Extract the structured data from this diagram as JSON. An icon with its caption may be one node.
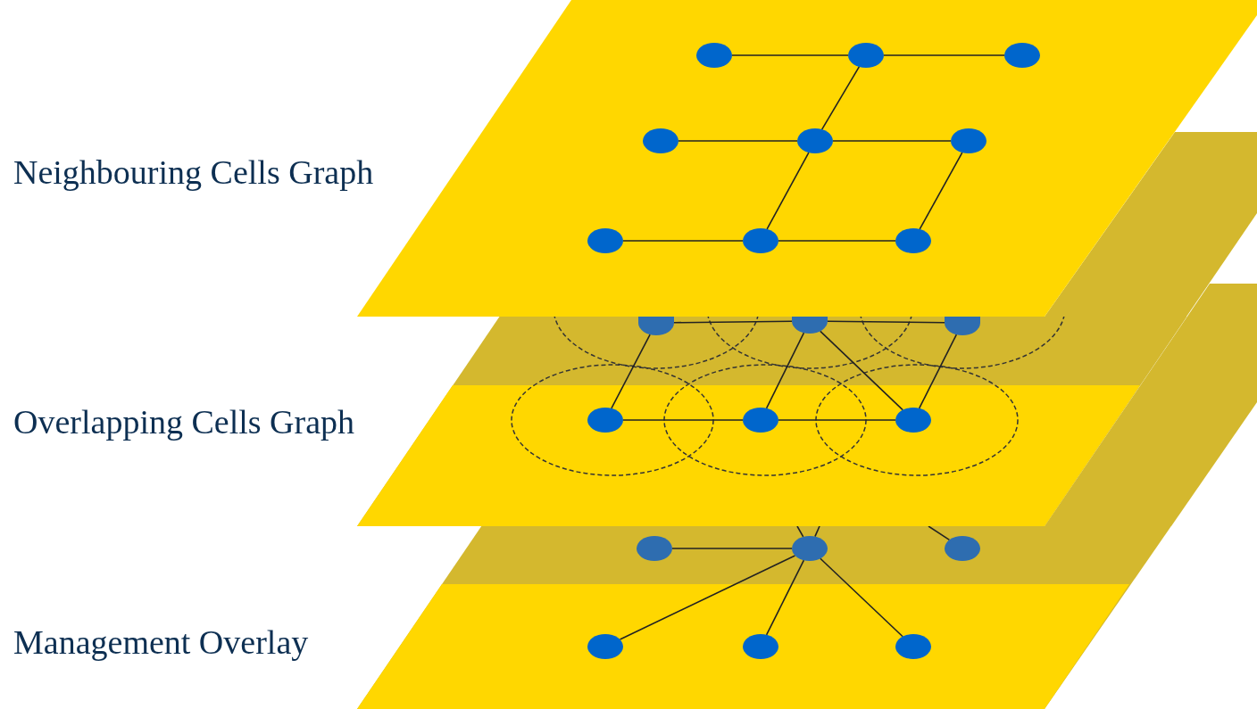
{
  "diagram": {
    "nodes": [
      {
        "text": [
          "Neighbouring Cells Graph"
        ]
      },
      {
        "text": [],
        "shape": "circle"
      },
      {
        "text": [],
        "shape": "circle"
      },
      {
        "text": [],
        "shape": "circle"
      },
      {
        "text": [],
        "shape": "circle"
      },
      {
        "text": [],
        "shape": "circle"
      },
      {
        "text": [],
        "shape": "circle"
      },
      {
        "text": [],
        "shape": "circle"
      },
      {
        "text": [],
        "shape": "circle"
      },
      {
        "text": [],
        "shape": "circle"
      },
      {
        "text": [
          "Overlapping Cells Graph"
        ]
      },
      {
        "text": [],
        "shape": "circle"
      },
      {
        "text": [],
        "shape": "circle"
      },
      {
        "text": [],
        "shape": "circle"
      },
      {
        "text": [],
        "shape": "circle"
      },
      {
        "text": [],
        "shape": "circle"
      },
      {
        "text": [],
        "shape": "circle"
      },
      {
        "text": [
          "Management Overlay"
        ]
      },
      {
        "text": [],
        "shape": "circle"
      },
      {
        "text": [],
        "shape": "circle"
      },
      {
        "text": [],
        "shape": "circle"
      },
      {
        "text": [],
        "shape": "circle"
      },
      {
        "text": [],
        "shape": "circle"
      },
      {
        "text": [],
        "shape": "circle"
      }
    ],
    "edges": [
      {
        "from": 1,
        "to": 2,
        "arrow": "none"
      },
      {
        "from": 2,
        "to": 3,
        "arrow": "none"
      },
      {
        "from": 2,
        "to": 5,
        "arrow": "none"
      },
      {
        "from": 4,
        "to": 5,
        "arrow": "none"
      },
      {
        "from": 5,
        "to": 6,
        "arrow": "none"
      },
      {
        "from": 5,
        "to": 8,
        "arrow": "none"
      },
      {
        "from": 6,
        "to": 9,
        "arrow": "none"
      },
      {
        "from": 7,
        "to": 8,
        "arrow": "none"
      },
      {
        "from": 8,
        "to": 9,
        "arrow": "none"
      },
      {
        "from": 11,
        "to": 12,
        "arrow": "none"
      },
      {
        "from": 12,
        "to": 13,
        "arrow": "none"
      },
      {
        "from": 11,
        "to": 14,
        "arrow": "none"
      },
      {
        "from": 12,
        "to": 15,
        "arrow": "none"
      },
      {
        "from": 12,
        "to": 16,
        "arrow": "none"
      },
      {
        "from": 13,
        "to": 16,
        "arrow": "none"
      },
      {
        "from": 14,
        "to": 15,
        "arrow": "none"
      },
      {
        "from": 15,
        "to": 16,
        "arrow": "none"
      },
      {
        "from": 18,
        "to": 19,
        "arrow": "none"
      },
      {
        "from": 19,
        "to": 21,
        "arrow": "none"
      },
      {
        "from": 19,
        "to": 22,
        "arrow": "none"
      },
      {
        "from": 19,
        "to": 23,
        "arrow": "none"
      },
      {
        "from": 19,
        "to": null,
        "arrow": "none"
      },
      {
        "from": 19,
        "to": null,
        "arrow": "none"
      },
      {
        "from": 20,
        "to": null,
        "arrow": "none"
      }
    ]
  }
}
